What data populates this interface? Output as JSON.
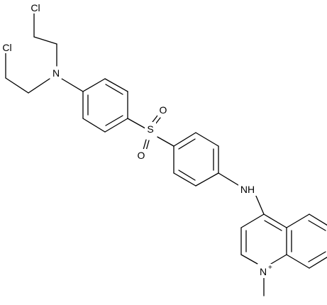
{
  "diagram": {
    "colors": {
      "bond": "#000000",
      "label": "#000000",
      "background": "#ffffff"
    },
    "atoms": [
      {
        "id": "cl1",
        "symbol": "Cl"
      },
      {
        "id": "cl2",
        "symbol": "Cl"
      },
      {
        "id": "n_amine",
        "symbol": "N"
      },
      {
        "id": "s_sulfonyl",
        "symbol": "S"
      },
      {
        "id": "o_upper",
        "symbol": "O"
      },
      {
        "id": "o_lower",
        "symbol": "O"
      },
      {
        "id": "nh_link",
        "symbol": "NH"
      },
      {
        "id": "n_quinolinium",
        "symbol": "N",
        "charge": "+"
      }
    ]
  }
}
